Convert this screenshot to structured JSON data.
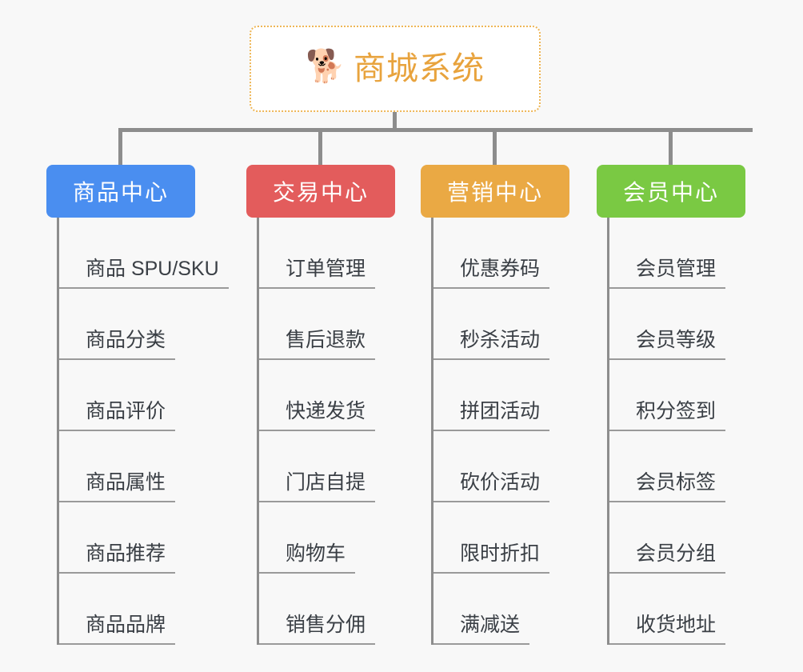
{
  "background_color": "#f8f8f8",
  "root": {
    "icon": "dog-face-icon",
    "icon_glyph": "🐕",
    "title": "商城系统",
    "title_color": "#e8a33d",
    "border_color": "#eeb656"
  },
  "columns": [
    {
      "id": "product-center",
      "label": "商品中心",
      "color": "#4a8ef0",
      "items": [
        "商品 SPU/SKU",
        "商品分类",
        "商品评价",
        "商品属性",
        "商品推荐",
        "商品品牌"
      ]
    },
    {
      "id": "trade-center",
      "label": "交易中心",
      "color": "#e35c5c",
      "items": [
        "订单管理",
        "售后退款",
        "快递发货",
        "门店自提",
        "购物车",
        "销售分佣"
      ]
    },
    {
      "id": "marketing-center",
      "label": "营销中心",
      "color": "#eaa944",
      "items": [
        "优惠券码",
        "秒杀活动",
        "拼团活动",
        "砍价活动",
        "限时折扣",
        "满减送"
      ]
    },
    {
      "id": "member-center",
      "label": "会员中心",
      "color": "#7ac943",
      "items": [
        "会员管理",
        "会员等级",
        "积分签到",
        "会员标签",
        "会员分组",
        "收货地址"
      ]
    }
  ],
  "connector_color": "#8d8d8d",
  "leaf_underline_color": "#9a9a9a",
  "leaf_text_color": "#3a3f45"
}
